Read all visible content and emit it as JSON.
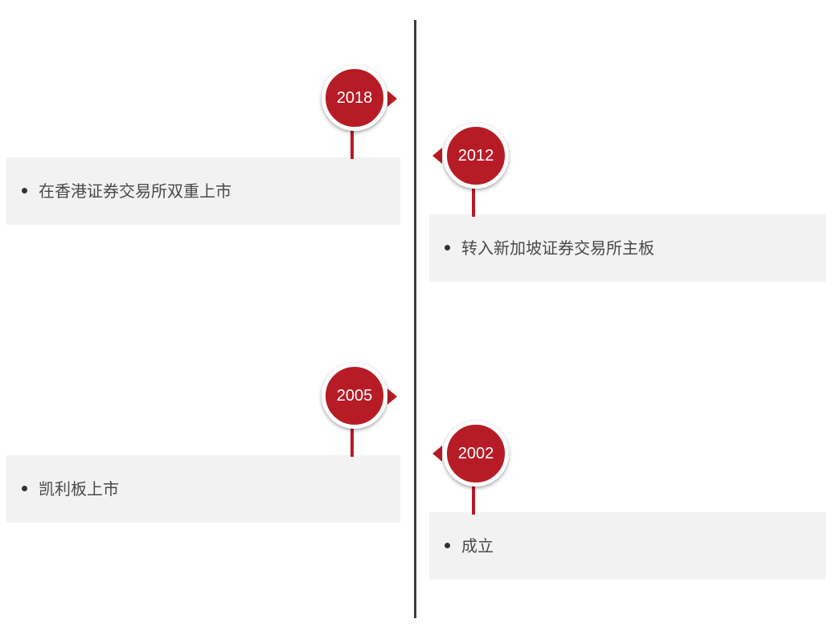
{
  "timeline": {
    "events": [
      {
        "year": "2018",
        "text": "在香港证券交易所双重上市"
      },
      {
        "year": "2012",
        "text": "转入新加坡证券交易所主板"
      },
      {
        "year": "2005",
        "text": "凯利板上市"
      },
      {
        "year": "2002",
        "text": "成立"
      }
    ]
  },
  "colors": {
    "accent": "#b71c26",
    "axis": "#3d3d3d",
    "card_background": "#f2f2f2",
    "text": "#4a4a4a"
  }
}
